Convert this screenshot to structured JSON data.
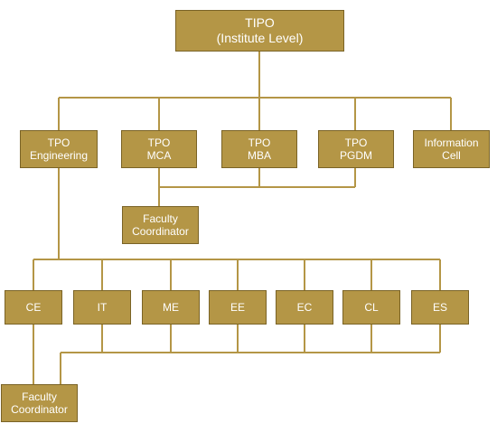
{
  "colors": {
    "box_fill": "#b49646",
    "box_border": "#7a6326",
    "line": "#b49646",
    "text": "#ffffff"
  },
  "org_chart": {
    "root": {
      "line1": "TIPO",
      "line2": "(Institute Level)"
    },
    "level2": [
      {
        "line1": "TPO",
        "line2": "Engineering"
      },
      {
        "line1": "TPO",
        "line2": "MCA"
      },
      {
        "line1": "TPO",
        "line2": "MBA"
      },
      {
        "line1": "TPO",
        "line2": "PGDM"
      },
      {
        "line1": "Information",
        "line2": "Cell"
      }
    ],
    "faculty_coordinator_mid": {
      "line1": "Faculty",
      "line2": "Coordinator"
    },
    "departments": [
      "CE",
      "IT",
      "ME",
      "EE",
      "EC",
      "CL",
      "ES"
    ],
    "faculty_coordinator_bottom": {
      "line1": "Faculty",
      "line2": "Coordinator"
    }
  }
}
